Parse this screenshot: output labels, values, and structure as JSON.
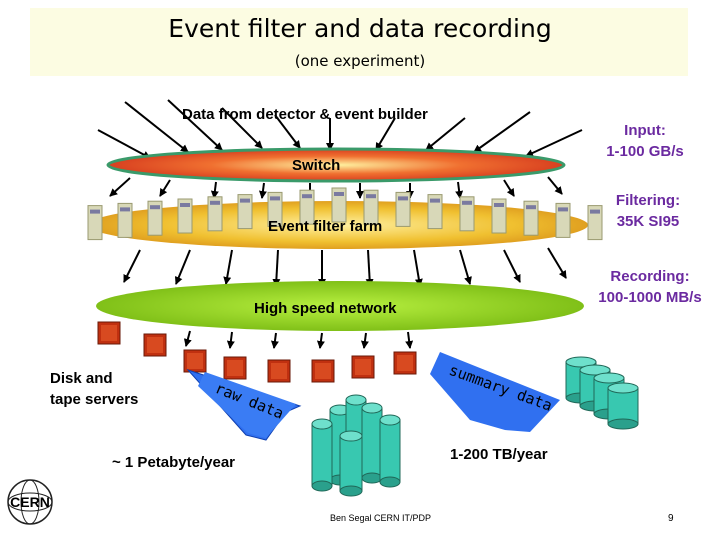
{
  "title": "Event filter and data recording",
  "subtitle": "(one experiment)",
  "source_label": "Data from detector & event builder",
  "switch_label": "Switch",
  "farm_label": "Event filter farm",
  "network_label": "High speed network",
  "disk_tape_label": [
    "Disk and",
    "tape servers"
  ],
  "raw_data_label": "raw data",
  "summary_data_label": "summary data",
  "petabyte_label": "~ 1 Petabyte/year",
  "tb_label": "1-200 TB/year",
  "input_label": [
    "Input:",
    "1-100 GB/s"
  ],
  "filtering_label": [
    "Filtering:",
    "35K SI95"
  ],
  "recording_label": [
    "Recording:",
    "100-1000 MB/s"
  ],
  "footer": "Ben Segal CERN IT/PDP",
  "page_number": "9",
  "logo_text": "CERN",
  "colors": {
    "title_bg": "#fcfce2",
    "switch": "#e8501c",
    "farm": "#f0c030",
    "network": "#90d020",
    "server": "#c03010",
    "tape": "#38c8b0",
    "arrow": "#3070f0",
    "side_text": "#6b2aa0"
  }
}
